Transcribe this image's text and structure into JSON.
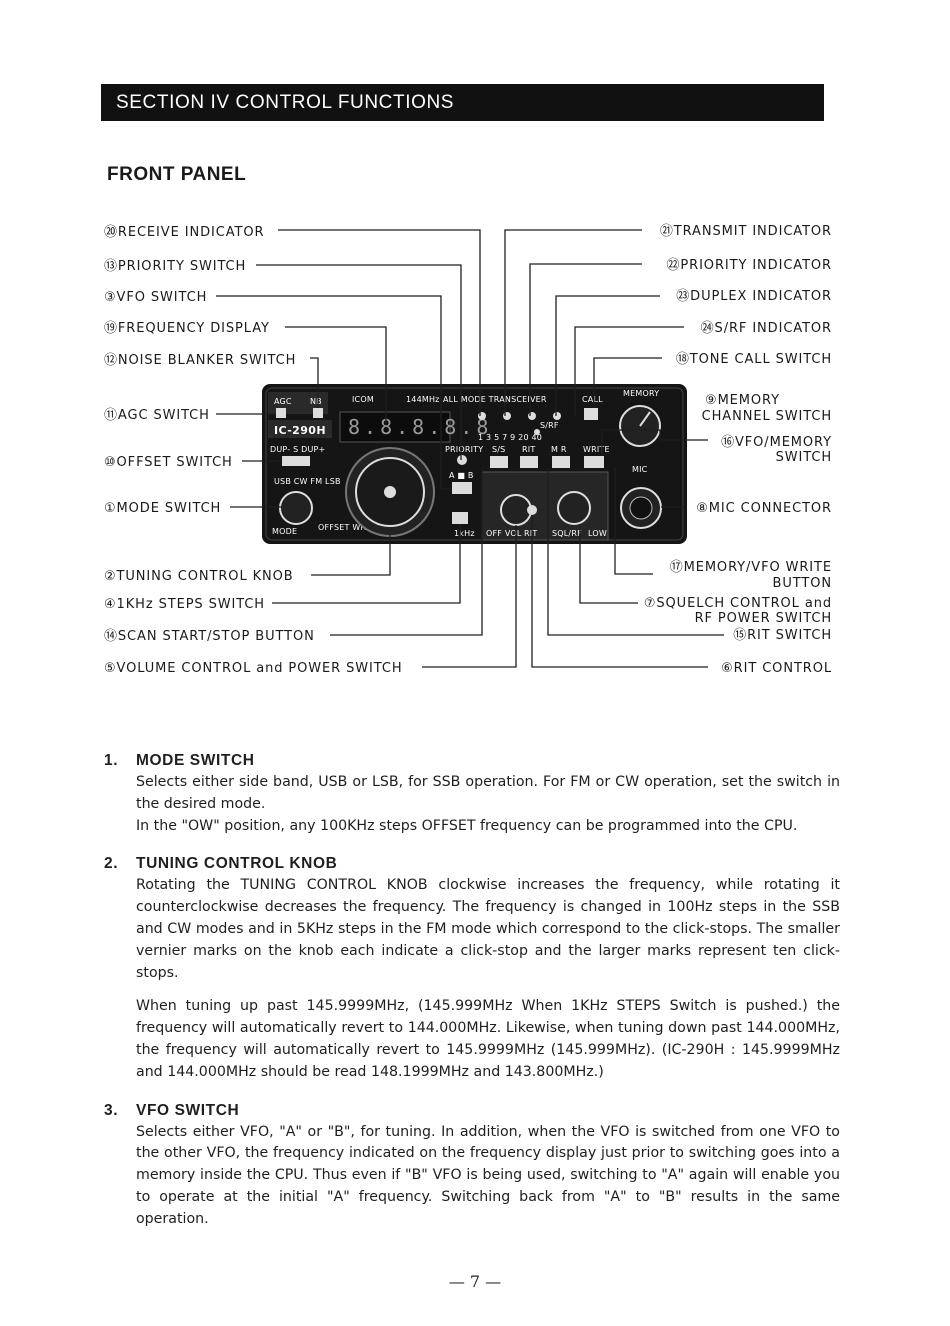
{
  "header": {
    "section_title": "SECTION  IV  CONTROL  FUNCTIONS"
  },
  "front_panel": {
    "title": "FRONT PANEL",
    "labels_left": [
      "⑳RECEIVE INDICATOR",
      "⑬PRIORITY SWITCH",
      "③VFO SWITCH",
      "⑲FREQUENCY DISPLAY",
      "⑫NOISE BLANKER SWITCH",
      "⑪AGC SWITCH",
      "⑩OFFSET SWITCH",
      "①MODE SWITCH",
      "②TUNING CONTROL KNOB",
      "④1KHz STEPS SWITCH",
      "⑭SCAN START/STOP BUTTON",
      "⑤VOLUME CONTROL and POWER SWITCH"
    ],
    "labels_right": [
      "㉑TRANSMIT INDICATOR",
      "㉒PRIORITY INDICATOR",
      "㉓DUPLEX INDICATOR",
      "㉔S/RF INDICATOR",
      "⑱TONE CALL SWITCH",
      "⑨MEMORY",
      "CHANNEL SWITCH",
      "⑯VFO/MEMORY",
      "SWITCH",
      "⑧MIC CONNECTOR",
      "⑰MEMORY/VFO WRITE",
      "BUTTON",
      "⑦SQUELCH CONTROL and",
      "RF POWER SWITCH",
      "⑮RIT SWITCH",
      "⑥RIT CONTROL"
    ],
    "panel": {
      "agc": "AGC",
      "nb": "NB",
      "brand": "ICOM",
      "band": "144MHz",
      "desc": "ALL MODE TRANSCEIVER",
      "model": "IC-290H",
      "display": "8.8.8.8.8",
      "mode_label": "MODE",
      "mode_options": "USB  CW  FM  LSB",
      "offset_label": "DUP-  S  DUP+",
      "offset_write": "OFFSET WRITE",
      "khz": "1kHz",
      "priority": "PRIORITY",
      "ab": "A ■ B",
      "ss": "S/S",
      "rit": "RIT",
      "mr": "M  R",
      "write": "WRITE",
      "call": "CALL",
      "memory": "MEMORY",
      "mic": "MIC",
      "vol": "OFF  VOL",
      "rit_knob": "RIT",
      "sql": "SQL/RF",
      "low": "LOW",
      "srf": "S/RF",
      "scale": "1  3  5  7  9  20  40"
    }
  },
  "sections": [
    {
      "number": "1.",
      "title": "MODE  SWITCH",
      "paragraphs": [
        "Selects either side band, USB or LSB, for SSB operation.  For FM or CW operation, set the switch in the desired mode.",
        "In the \"OW\" position, any 100KHz steps OFFSET frequency can be programmed into the CPU."
      ]
    },
    {
      "number": "2.",
      "title": "TUNING  CONTROL  KNOB",
      "paragraphs": [
        "Rotating the TUNING CONTROL KNOB clockwise increases the frequency, while rotating it counterclockwise decreases the frequency.  The frequency is changed in 100Hz steps in the SSB and CW modes and in 5KHz steps in the FM mode which correspond to the click-stops. The smaller vernier marks on the knob each indicate a click-stop and the larger marks represent ten click-stops.",
        "When tuning up past 145.9999MHz, (145.999MHz When 1KHz STEPS Switch is pushed.) the frequency will automatically revert to 144.000MHz.  Likewise, when tuning down past 144.000MHz, the frequency will automatically revert to 145.9999MHz (145.999MHz). (IC-290H : 145.9999MHz and 144.000MHz should be read 148.1999MHz and 143.800MHz.)"
      ]
    },
    {
      "number": "3.",
      "title": "VFO  SWITCH",
      "paragraphs": [
        "Selects either VFO, \"A\" or \"B\", for tuning.  In addition, when the VFO is switched from one VFO to the other VFO, the frequency indicated on the frequency display just prior to switching goes into a memory inside the CPU.  Thus even if \"B\" VFO is being used, switching to \"A\" again will enable you to operate at the initial \"A\" frequency.  Switching back from \"A\" to \"B\" results in the same operation."
      ]
    }
  ],
  "footer": {
    "page": "— 7 —"
  }
}
